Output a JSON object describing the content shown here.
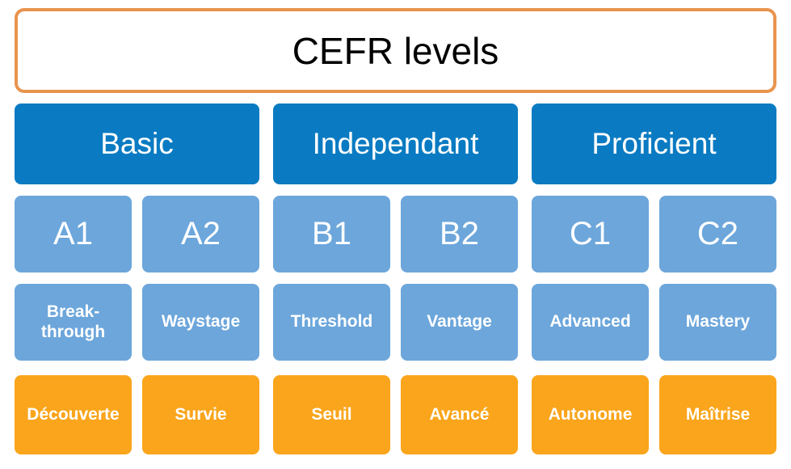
{
  "title": "CEFR levels",
  "colors": {
    "header_blue": "#0A7BC2",
    "light_blue": "#6CA6DB",
    "orange": "#FAA51B",
    "title_border": "#E8944E",
    "title_text": "#000000",
    "box_text": "#FFFFFF"
  },
  "groups": [
    {
      "label": "Basic",
      "levels": [
        {
          "code": "A1",
          "name": "Break-through",
          "french": "Découverte"
        },
        {
          "code": "A2",
          "name": "Waystage",
          "french": "Survie"
        }
      ]
    },
    {
      "label": "Independant",
      "levels": [
        {
          "code": "B1",
          "name": "Threshold",
          "french": "Seuil"
        },
        {
          "code": "B2",
          "name": "Vantage",
          "french": "Avancé"
        }
      ]
    },
    {
      "label": "Proficient",
      "levels": [
        {
          "code": "C1",
          "name": "Advanced",
          "french": "Autonome"
        },
        {
          "code": "C2",
          "name": "Mastery",
          "french": "Maîtrise"
        }
      ]
    }
  ]
}
